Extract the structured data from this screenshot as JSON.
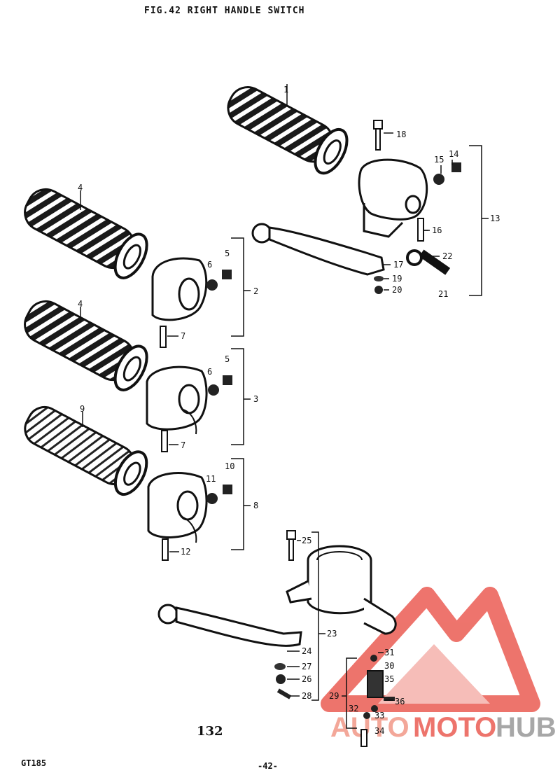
{
  "title": "FIG.42  RIGHT HANDLE SWITCH",
  "page_number": "132",
  "model": "GT185",
  "page_code": "-42-",
  "parts": {
    "p1": "1",
    "p2": "2",
    "p3": "3",
    "p4a": "4",
    "p4b": "4",
    "p5a": "5",
    "p5b": "5",
    "p6a": "6",
    "p6b": "6",
    "p7a": "7",
    "p7b": "7",
    "p8": "8",
    "p9": "9",
    "p10": "10",
    "p11": "11",
    "p12": "12",
    "p13": "13",
    "p14": "14",
    "p15": "15",
    "p16": "16",
    "p17": "17",
    "p18": "18",
    "p19": "19",
    "p20": "20",
    "p21": "21",
    "p22": "22",
    "p23": "23",
    "p24": "24",
    "p25": "25",
    "p26": "26",
    "p27": "27",
    "p28": "28",
    "p29": "29",
    "p30": "30",
    "p31": "31",
    "p32": "32",
    "p33": "33",
    "p34": "34",
    "p35": "35",
    "p36": "36"
  },
  "watermark": {
    "auto": "AUTO",
    "moto": "MOTO",
    "hub": "HUB"
  },
  "colors": {
    "ink": "#111111",
    "watermark_red": "#e8463c",
    "watermark_gray": "#8a8a8a"
  }
}
